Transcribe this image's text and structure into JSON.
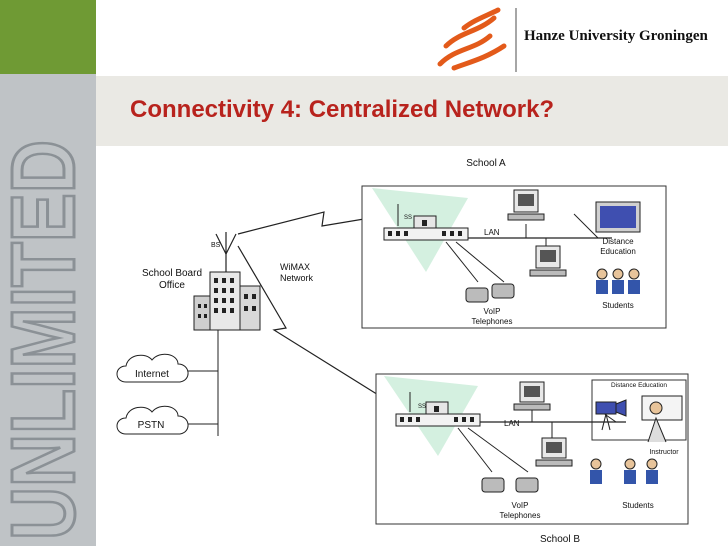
{
  "slide": {
    "title": "Connectivity 4: Centralized Network?",
    "watermark": "UNLIMITED",
    "brand": {
      "name": "Hanze University Groningen",
      "accent": "#e35a1a",
      "green": "#6f9a34",
      "title_color": "#b8231d"
    }
  },
  "diagram": {
    "board": {
      "label_line1": "School Board",
      "label_line2": "Office",
      "bs_label": "BS"
    },
    "internet_label": "Internet",
    "pstn_label": "PSTN",
    "wimax": {
      "line1": "WiMAX",
      "line2": "Network"
    },
    "school_a": {
      "name": "School A",
      "ss_label": "SS",
      "lan_label": "LAN",
      "distance": {
        "line1": "Distance",
        "line2": "Education"
      },
      "voip": {
        "line1": "VoIP",
        "line2": "Telephones"
      },
      "students_label": "Students"
    },
    "school_b": {
      "name": "School B",
      "ss_label": "SS",
      "lan_label": "LAN",
      "distance_education": "Distance Education",
      "instructor_label": "Instructor",
      "voip": {
        "line1": "VoIP",
        "line2": "Telephones"
      },
      "students_label": "Students"
    }
  }
}
